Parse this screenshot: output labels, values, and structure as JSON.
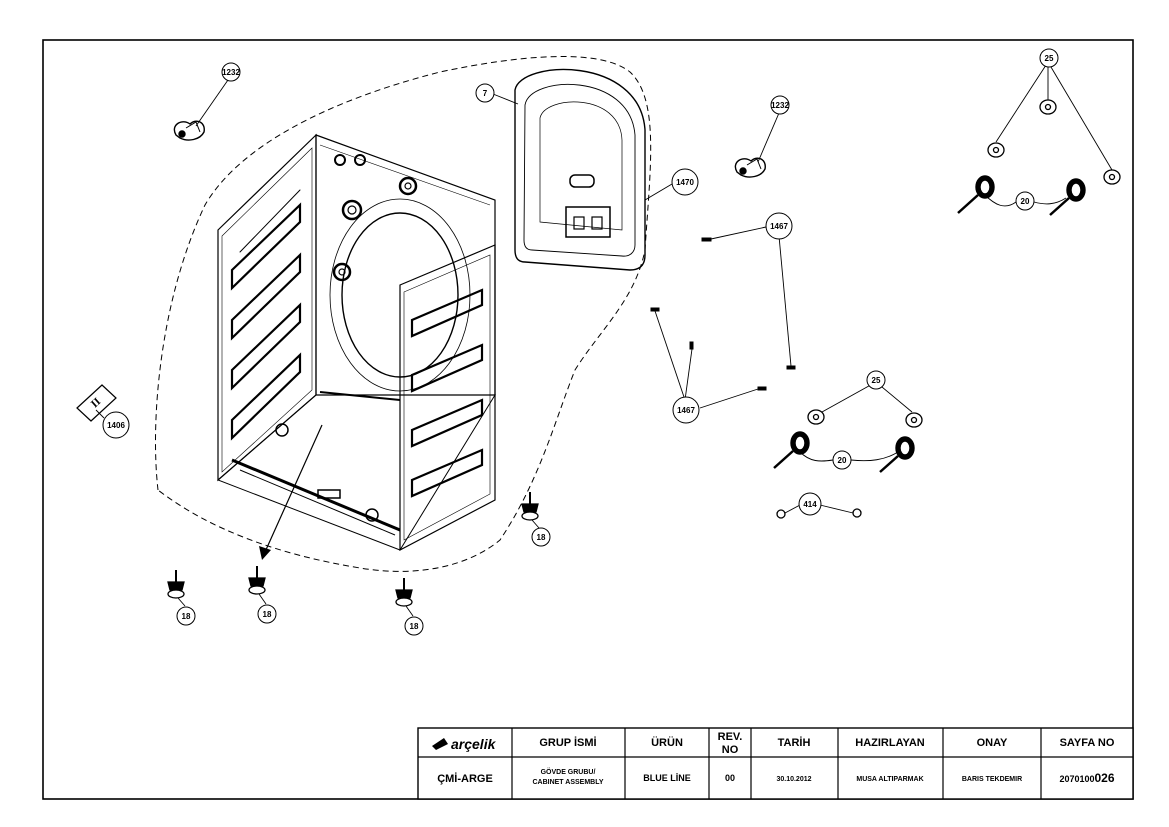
{
  "callouts": [
    {
      "id": "c-1232a",
      "label": "1232"
    },
    {
      "id": "c-7",
      "label": "7"
    },
    {
      "id": "c-1470",
      "label": "1470"
    },
    {
      "id": "c-1232b",
      "label": "1232"
    },
    {
      "id": "c-25a",
      "label": "25"
    },
    {
      "id": "c-20a",
      "label": "20"
    },
    {
      "id": "c-1467a",
      "label": "1467"
    },
    {
      "id": "c-1467b",
      "label": "1467"
    },
    {
      "id": "c-25b",
      "label": "25"
    },
    {
      "id": "c-20b",
      "label": "20"
    },
    {
      "id": "c-414",
      "label": "414"
    },
    {
      "id": "c-1406",
      "label": "1406"
    },
    {
      "id": "c-18a",
      "label": "18"
    },
    {
      "id": "c-18b",
      "label": "18"
    },
    {
      "id": "c-18c",
      "label": "18"
    },
    {
      "id": "c-18d",
      "label": "18"
    }
  ],
  "label_sheet_mark": "II",
  "title_block": {
    "logo": "arçelik",
    "headers": {
      "group": "GRUP İSMİ",
      "product": "ÜRÜN",
      "rev_line1": "REV.",
      "rev_line2": "NO",
      "date": "TARİH",
      "prepared": "HAZIRLAYAN",
      "approval": "ONAY",
      "page": "SAYFA NO"
    },
    "values": {
      "department": "ÇMİ-ARGE",
      "group_line1": "GÖVDE GRUBU/",
      "group_line2": "CABINET ASSEMBLY",
      "product": "BLUE LİNE",
      "rev": "00",
      "date": "30.10.2012",
      "prepared": "MUSA ALTIPARMAK",
      "approval": "BARIS TEKDEMIR",
      "page_prefix": "2070100",
      "page_suffix": "026"
    }
  }
}
